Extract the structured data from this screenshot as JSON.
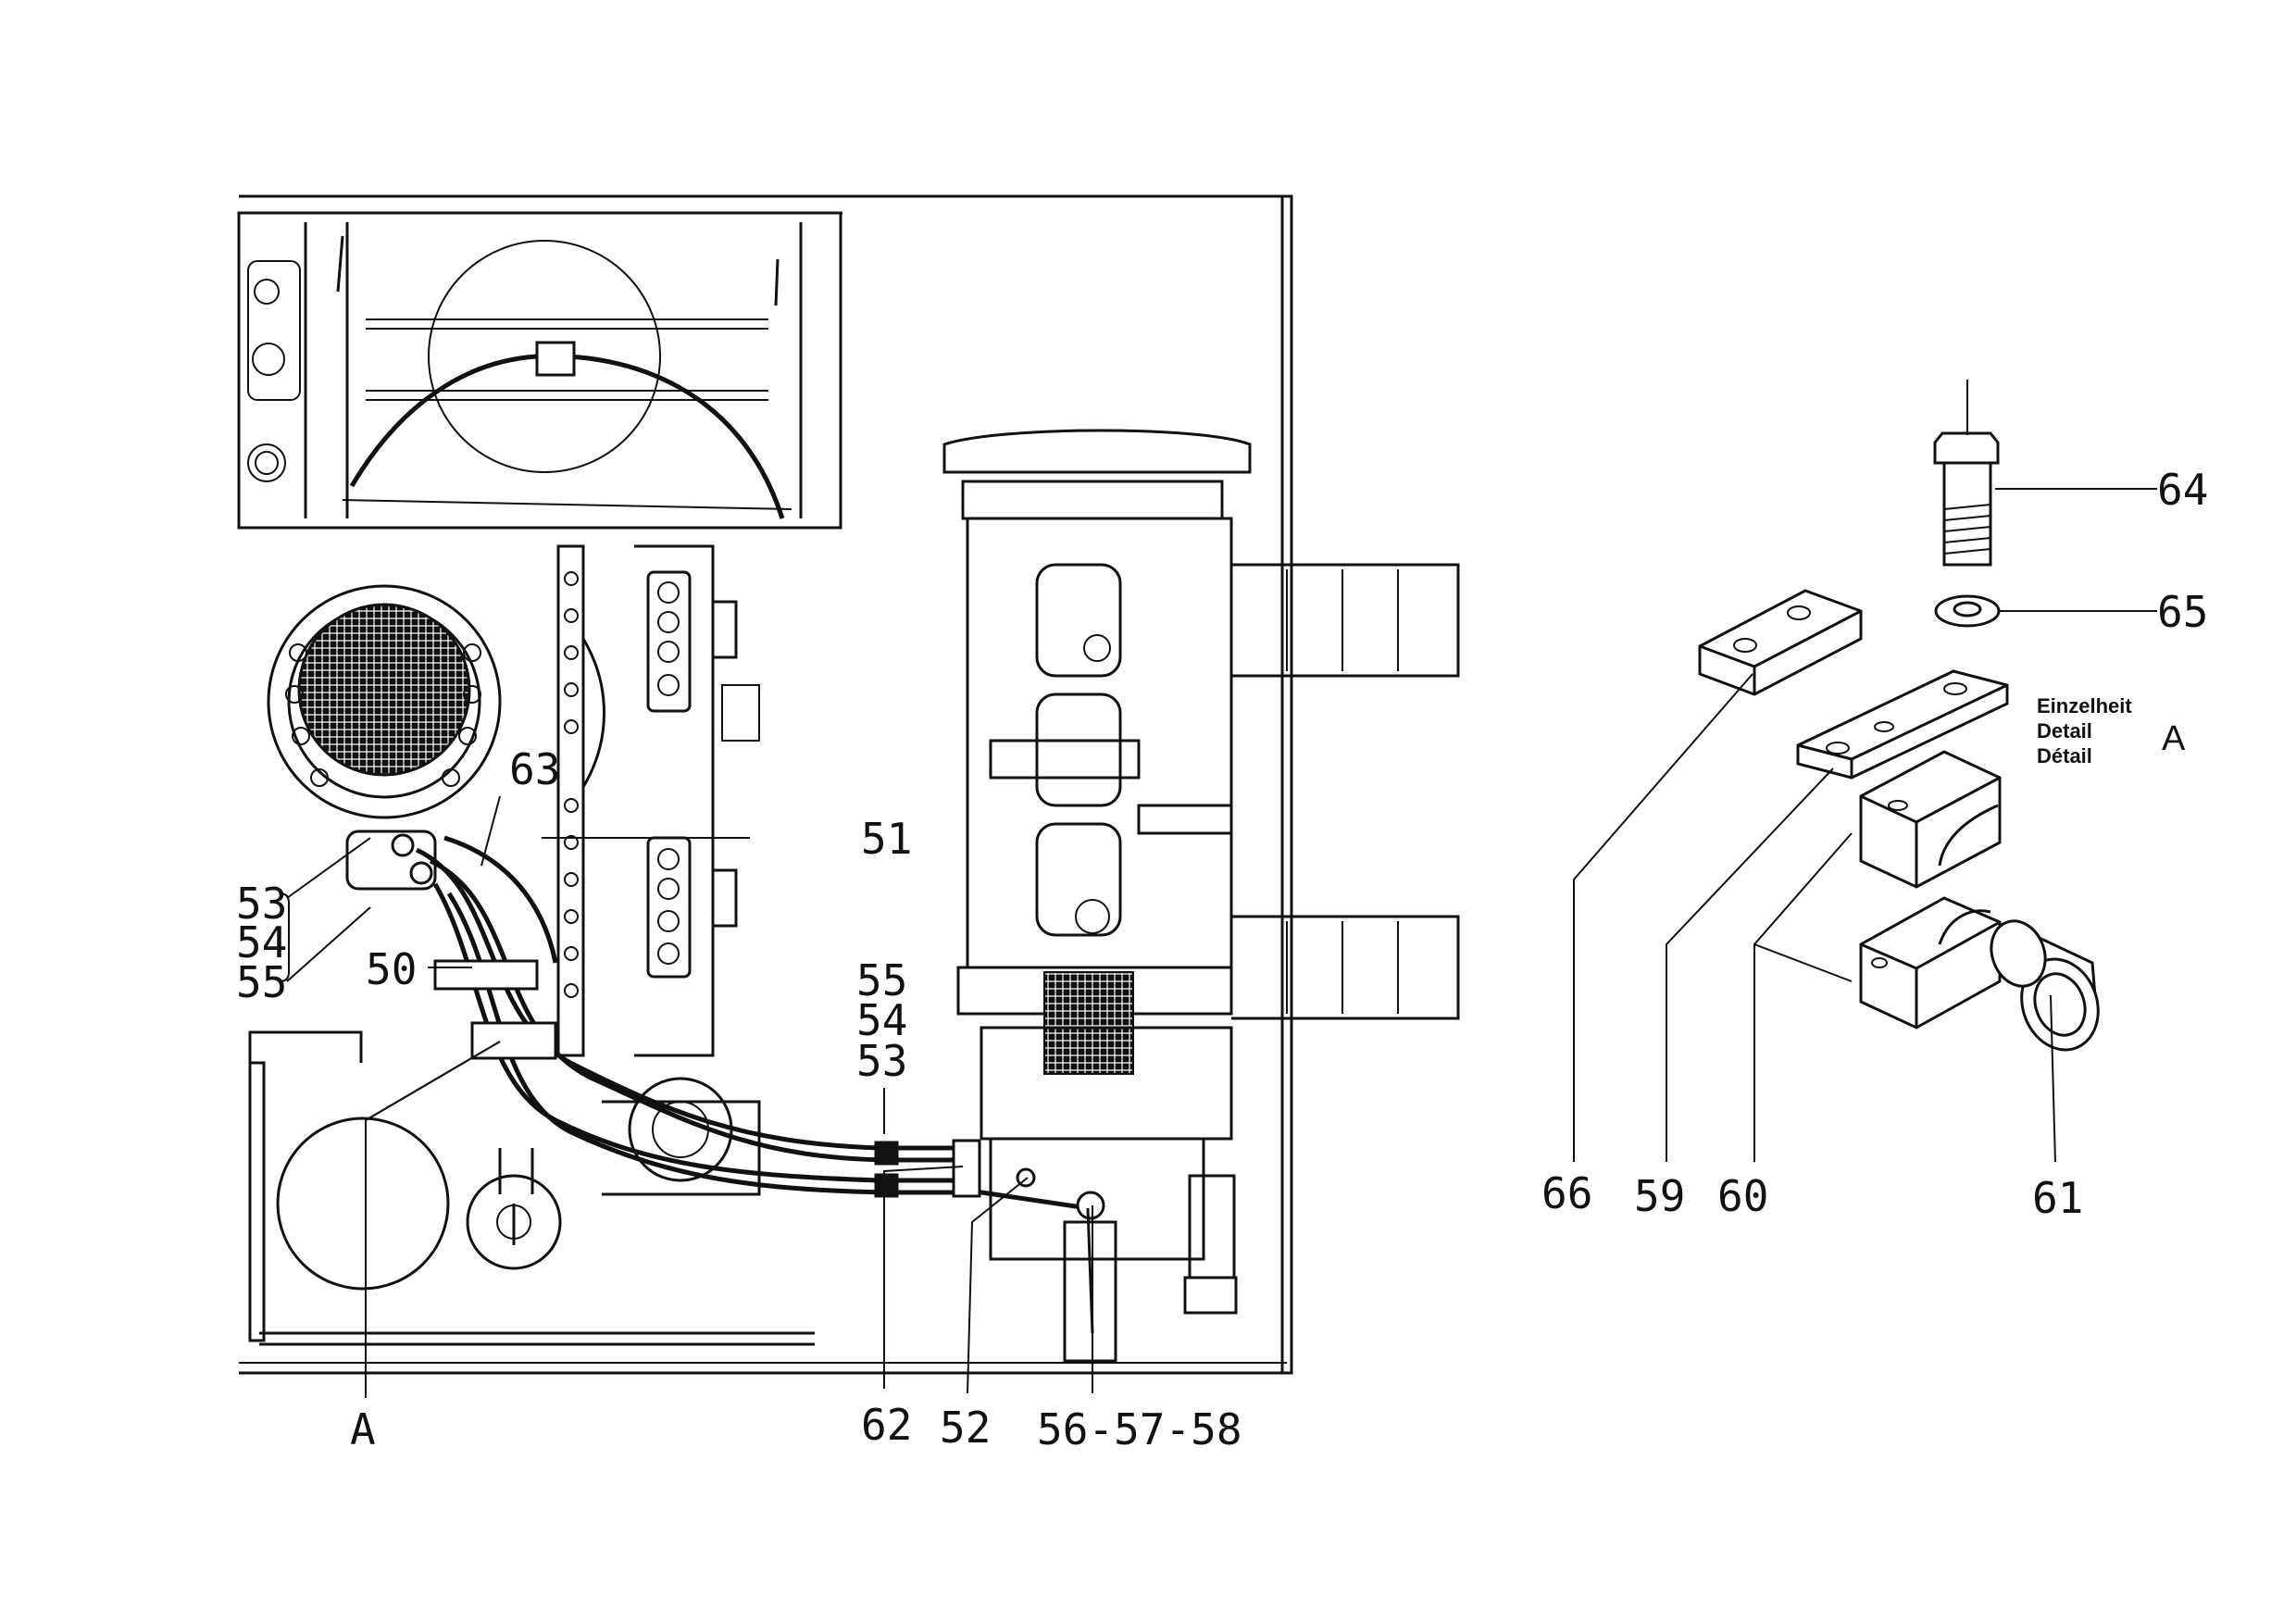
{
  "diagram": {
    "part_numbers": {
      "p63": "63",
      "p51": "51",
      "p53a": "53",
      "p54a": "54",
      "p55a": "55",
      "p50": "50",
      "p55b": "55",
      "p54b": "54",
      "p53b": "53",
      "pA": "A",
      "p62": "62",
      "p52": "52",
      "p565758": "56-57-58",
      "p64": "64",
      "p65": "65",
      "p66": "66",
      "p59": "59",
      "p60": "60",
      "p61": "61"
    },
    "detail_caption": {
      "de": "Einzelheit",
      "en": "Detail",
      "fr": "Détail",
      "letter": "A"
    }
  }
}
